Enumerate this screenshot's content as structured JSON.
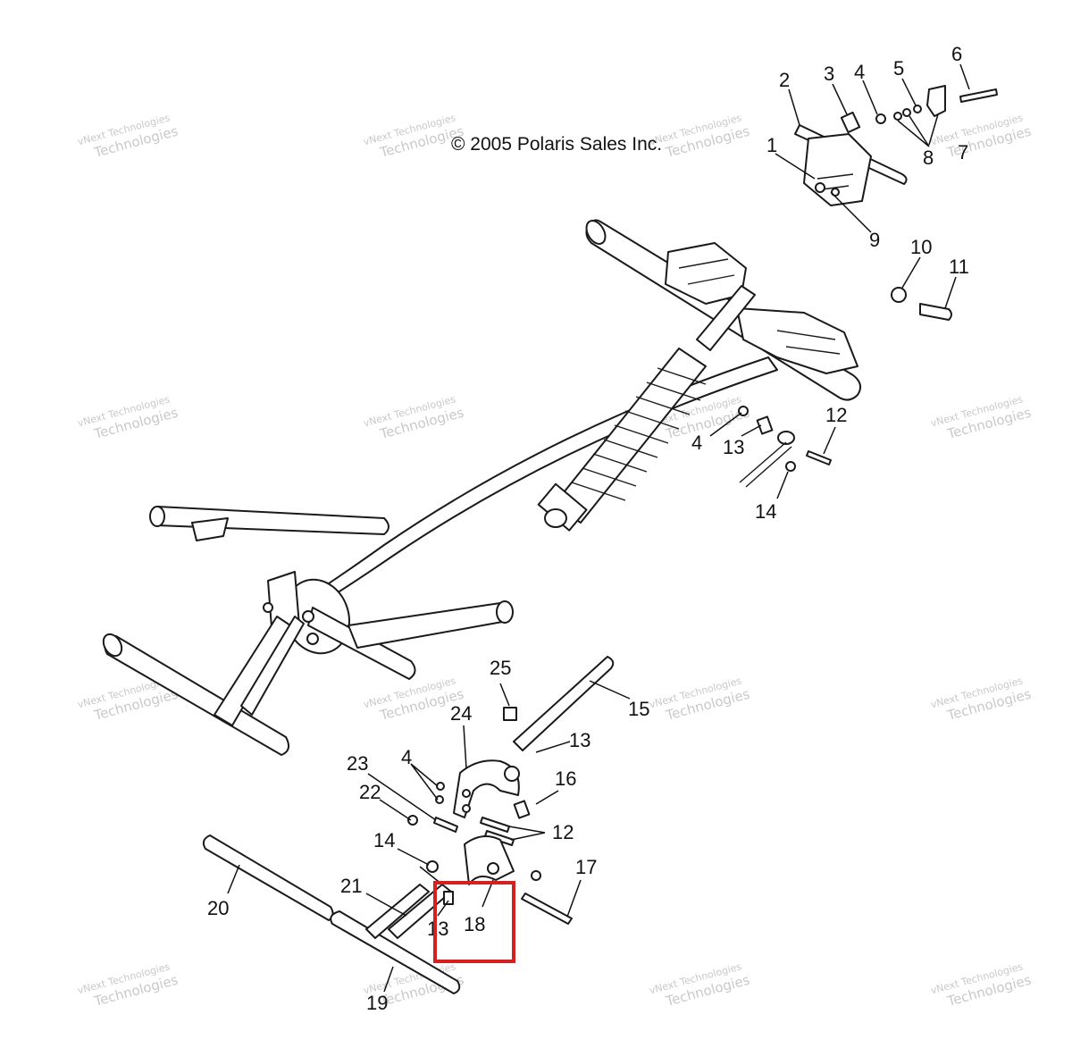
{
  "copyright": "© 2005 Polaris Sales Inc.",
  "watermark": {
    "line1": "vNext Technologies",
    "line2": "Technologies"
  },
  "highlight_color": "#d42020",
  "callouts": [
    "1",
    "2",
    "3",
    "4",
    "5",
    "6",
    "7",
    "8",
    "9",
    "10",
    "11",
    "12",
    "4",
    "13",
    "14",
    "25",
    "15",
    "13",
    "24",
    "4",
    "23",
    "22",
    "16",
    "12",
    "14",
    "17",
    "21",
    "20",
    "13",
    "18",
    "19"
  ]
}
